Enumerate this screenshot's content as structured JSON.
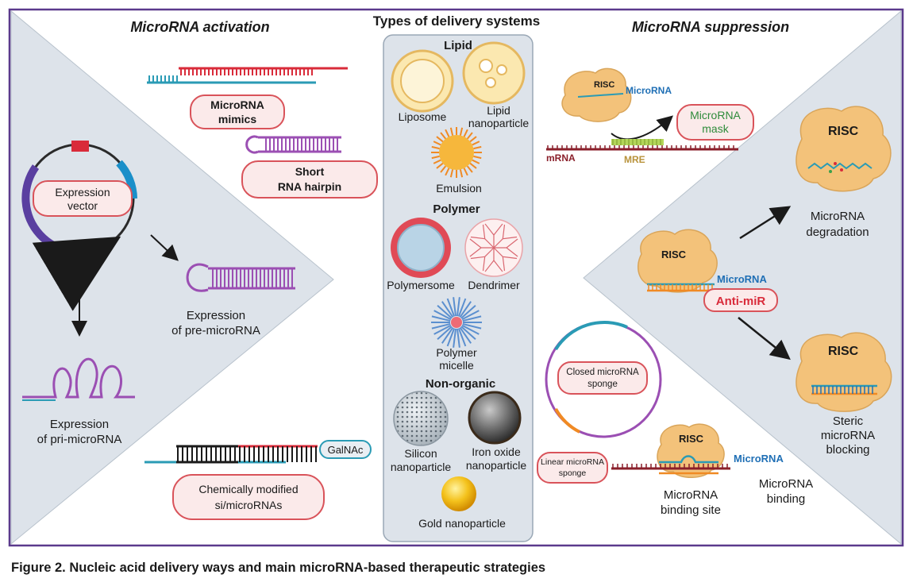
{
  "headings": {
    "activation": "MicroRNA activation",
    "delivery": "Types of delivery systems",
    "suppression": "MicroRNA suppression"
  },
  "activation": {
    "mimics": [
      "MicroRNA",
      "mimics"
    ],
    "hairpin": [
      "Short",
      "RNA hairpin"
    ],
    "vector": [
      "Expression",
      "vector"
    ],
    "pre": [
      "Expression",
      "of pre-microRNA"
    ],
    "pri": [
      "Expression",
      "of pri-microRNA"
    ],
    "galnac": "GalNAc",
    "chem": [
      "Chemically modified",
      "si/microRNAs"
    ]
  },
  "delivery": {
    "lipid": "Lipid",
    "liposome": "Liposome",
    "lipid_np": [
      "Lipid",
      "nanoparticle"
    ],
    "emulsion": "Emulsion",
    "polymer": "Polymer",
    "polymersome": "Polymersome",
    "dendrimer": "Dendrimer",
    "micelle": [
      "Polymer",
      "micelle"
    ],
    "nonorganic": "Non-organic",
    "silicon": [
      "Silicon",
      "nanoparticle"
    ],
    "iron": [
      "Iron oxide",
      "nanoparticle"
    ],
    "gold": "Gold nanoparticle"
  },
  "suppression": {
    "risc": "RISC",
    "microrna": "MicroRNA",
    "mask": [
      "MicroRNA",
      "mask"
    ],
    "mrna": "mRNA",
    "mre": "MRE",
    "degradation": [
      "MicroRNA",
      "degradation"
    ],
    "antimir": "Anti-miR",
    "steric": [
      "Steric",
      "microRNA",
      "blocking"
    ],
    "closed_sponge": [
      "Closed microRNA",
      "sponge"
    ],
    "linear_sponge": [
      "Linear microRNA",
      "sponge"
    ],
    "binding_site": [
      "MicroRNA",
      "binding site"
    ],
    "binding": [
      "MicroRNA",
      "binding"
    ]
  },
  "caption": "Figure 2. Nucleic acid delivery ways and main microRNA-based therapeutic strategies",
  "colors": {
    "frame": "#5b3a8c",
    "panel": "#dde3ea",
    "pillLine": "#d9535a",
    "pillFill": "#fbeaea",
    "red": "#d92b3a",
    "teal": "#2a9bb5",
    "purple": "#9b4fb3",
    "orangeRISC": "#f3c27a"
  }
}
